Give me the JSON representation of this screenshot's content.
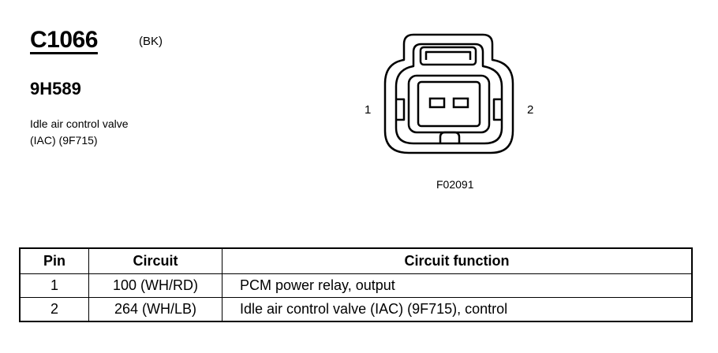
{
  "connector": {
    "id": "C1066",
    "color": "(BK)",
    "part_number": "9H589",
    "description": [
      "Idle air control valve",
      "(IAC) (9F715)"
    ]
  },
  "diagram": {
    "pin_labels": [
      "1",
      "2"
    ],
    "figure_code": "F02091"
  },
  "table": {
    "headers": [
      "Pin",
      "Circuit",
      "Circuit function"
    ],
    "rows": [
      {
        "pin": "1",
        "circuit": "100 (WH/RD)",
        "function": "PCM power relay, output"
      },
      {
        "pin": "2",
        "circuit": "264 (WH/LB)",
        "function": "Idle air control valve (IAC) (9F715), control"
      }
    ]
  }
}
